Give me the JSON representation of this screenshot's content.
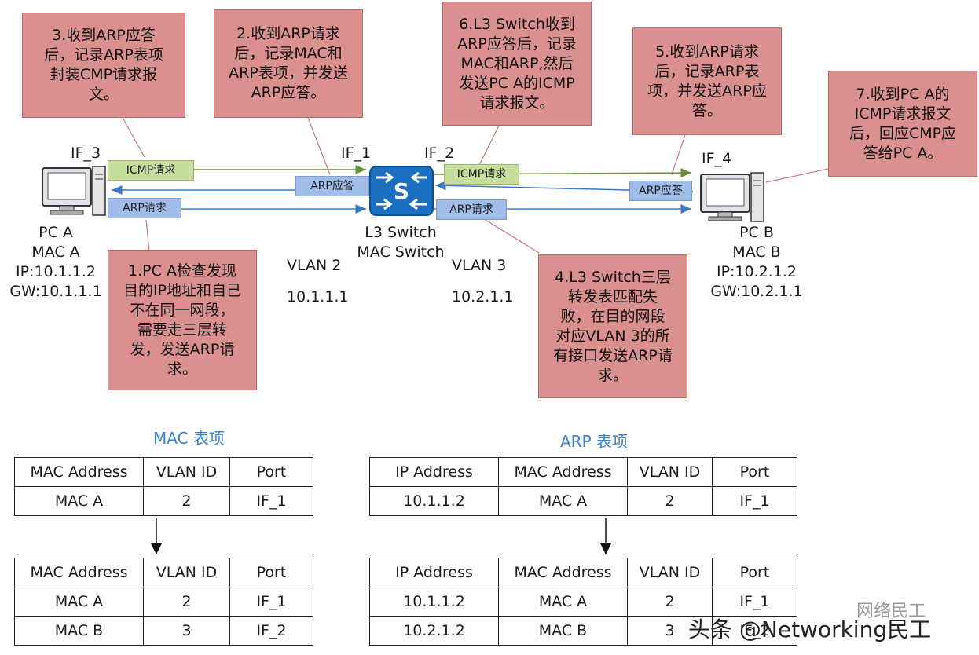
{
  "notes": {
    "n3": "3.收到ARP应答\n后，记录ARP表项\n封装CMP请求报\n文。",
    "n2": "2.收到ARP请求\n后，记录MAC和\nARP表项，并发送\nARP应答。",
    "n6": "6.L3 Switch收到\nARP应答后，记录\nMAC和ARP,然后\n发送PC A的ICMP\n请求报文。",
    "n5": "5.收到ARP请求\n后，记录ARP表\n项，并发送ARP应\n答。",
    "n7": "7.收到PC A的\nICMP请求报文\n后，回应CMP应\n答给PC A。",
    "n1": "1.PC A检查发现\n目的IP地址和自己\n不在同一网段，\n需要走三层转\n发，发送ARP请\n求。",
    "n4": "4.L3 Switch三层\n转发表匹配失\n败，在目的网段\n对应VLAN 3的所\n有接口发送ARP请\n求。"
  },
  "labels": {
    "if3": "IF_3",
    "if1": "IF_1",
    "if2": "IF_2",
    "if4": "IF_4",
    "pca": "PC A\nMAC A\nIP:10.1.1.2\nGW:10.1.1.1",
    "pcb": "PC B\nMAC B\nIP:10.2.1.2\nGW:10.2.1.1",
    "switch": "L3 Switch\nMAC Switch",
    "vlan2": "VLAN 2",
    "net2": "10.1.1.1",
    "vlan3": "VLAN 3",
    "net3": "10.2.1.1",
    "switch_symbol": "S"
  },
  "tags": {
    "icmp_left": "ICMP请求",
    "arp_reply_left": "ARP应答",
    "arp_req_left": "ARP请求",
    "icmp_right": "ICMP请求",
    "arp_reply_right": "ARP应答",
    "arp_req_right": "ARP请求"
  },
  "tables": {
    "mac_title": "MAC 表项",
    "arp_title": "ARP 表项",
    "mac_headers": [
      "MAC Address",
      "VLAN ID",
      "Port"
    ],
    "arp_headers": [
      "IP Address",
      "MAC Address",
      "VLAN ID",
      "Port"
    ],
    "mac_before": [
      [
        "MAC A",
        "2",
        "IF_1"
      ]
    ],
    "mac_after": [
      [
        "MAC A",
        "2",
        "IF_1"
      ],
      [
        "MAC B",
        "3",
        "IF_2"
      ]
    ],
    "arp_before": [
      [
        "10.1.1.2",
        "MAC A",
        "2",
        "IF_1"
      ]
    ],
    "arp_after": [
      [
        "10.1.1.2",
        "MAC A",
        "2",
        "IF_1"
      ],
      [
        "10.2.1.2",
        "MAC B",
        "3",
        "IF_2"
      ]
    ]
  },
  "watermark": {
    "main": "头条 @Networking民工",
    "brand": "网络民工"
  },
  "colors": {
    "note_fill": "#d9908f",
    "icmp_arrow": "#6b8f3a",
    "arp_arrow": "#3a78c8",
    "switch_blue": "#1a6fc0"
  }
}
